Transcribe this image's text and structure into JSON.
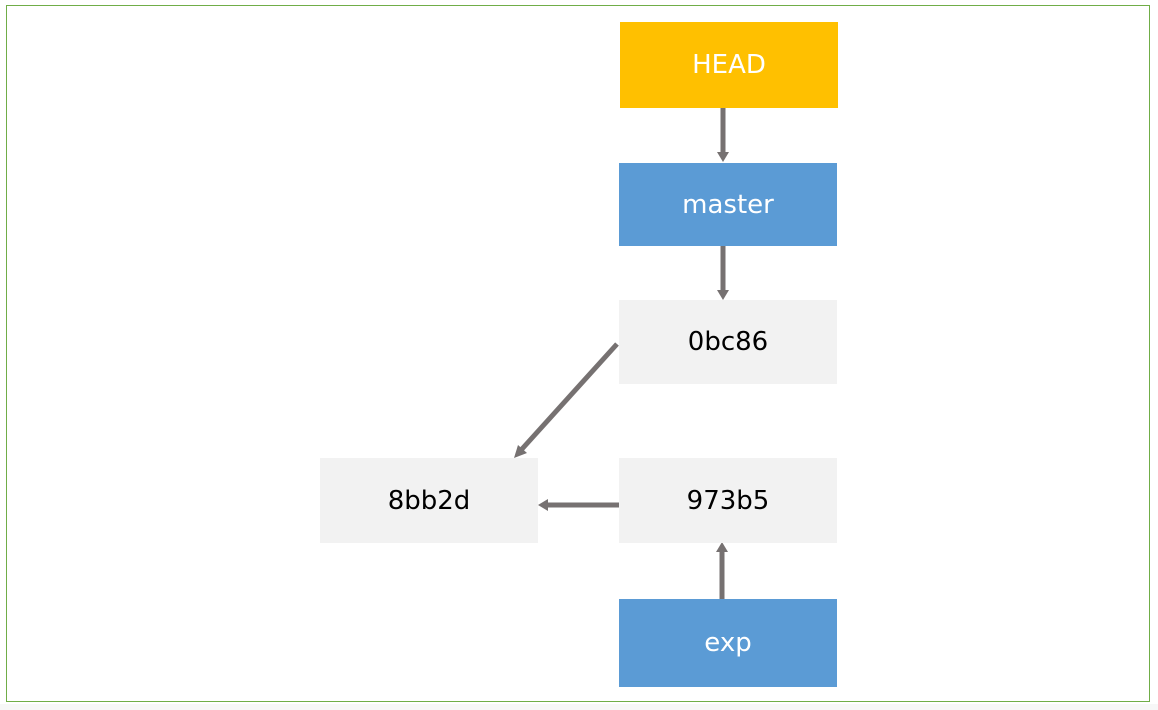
{
  "diagram": {
    "nodes": {
      "head": {
        "label": "HEAD",
        "fill": "#ffc000",
        "text_color": "#ffffff"
      },
      "master": {
        "label": "master",
        "fill": "#5b9bd5",
        "text_color": "#ffffff"
      },
      "c0bc86": {
        "label": "0bc86",
        "fill": "#f2f2f2",
        "text_color": "#000000"
      },
      "c8bb2d": {
        "label": "8bb2d",
        "fill": "#f2f2f2",
        "text_color": "#000000"
      },
      "c973b5": {
        "label": "973b5",
        "fill": "#f2f2f2",
        "text_color": "#000000"
      },
      "exp": {
        "label": "exp",
        "fill": "#5b9bd5",
        "text_color": "#ffffff"
      }
    },
    "edges": [
      {
        "from": "HEAD",
        "to": "master"
      },
      {
        "from": "master",
        "to": "0bc86"
      },
      {
        "from": "0bc86",
        "to": "8bb2d"
      },
      {
        "from": "973b5",
        "to": "8bb2d"
      },
      {
        "from": "exp",
        "to": "973b5"
      }
    ],
    "edge_color": "#767171",
    "frame_color": "#70ad47"
  }
}
